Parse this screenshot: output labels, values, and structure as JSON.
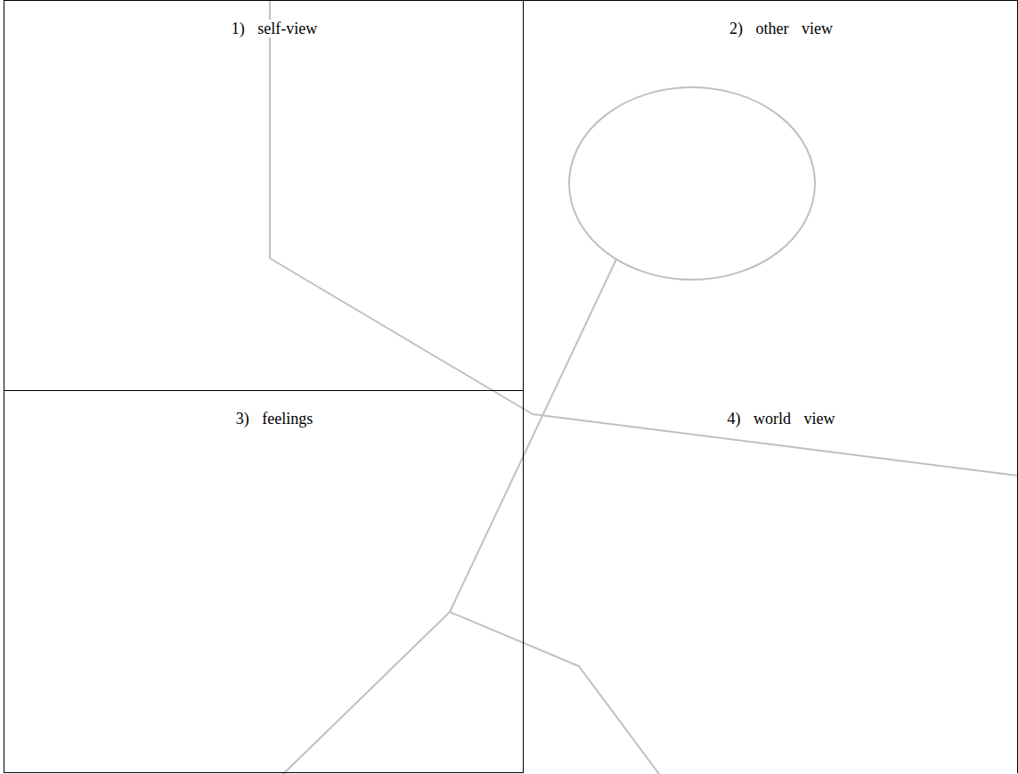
{
  "diagram": {
    "nodes": [
      {
        "text": [
          "1) self-view"
        ]
      },
      {
        "text": [
          "2) other view"
        ]
      },
      {
        "text": [
          "3) feelings"
        ]
      },
      {
        "text": [
          "4) world view"
        ]
      }
    ]
  }
}
